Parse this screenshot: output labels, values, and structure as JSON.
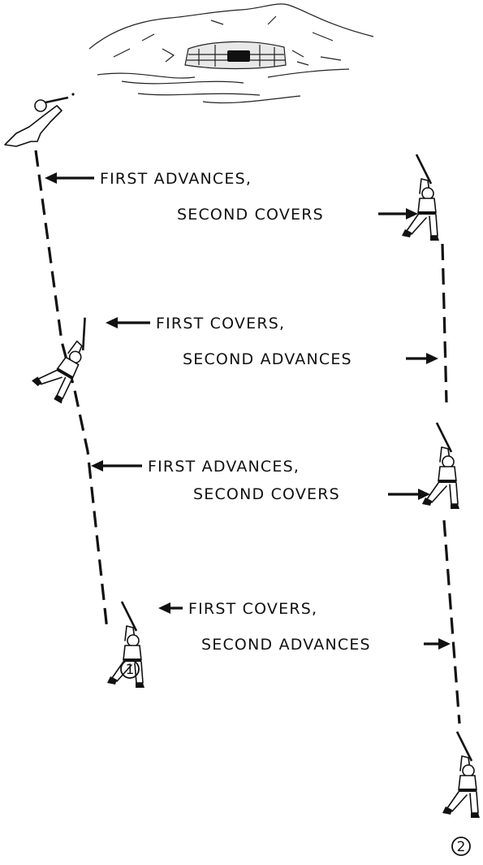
{
  "diagram": {
    "soldier_markers": [
      "1",
      "2"
    ],
    "bounds": [
      {
        "first": "FIRST ADVANCES,",
        "second": "SECOND COVERS"
      },
      {
        "first": "FIRST COVERS,",
        "second": "SECOND ADVANCES"
      },
      {
        "first": "FIRST ADVANCES,",
        "second": "SECOND COVERS"
      },
      {
        "first": "FIRST COVERS,",
        "second": "SECOND ADVANCES"
      }
    ]
  }
}
